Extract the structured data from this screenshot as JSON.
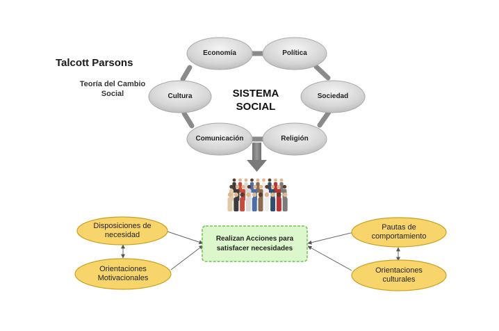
{
  "title": "Talcott Parsons",
  "subtitle": "Teoría del Cambio Social",
  "center": "SISTEMA SOCIAL",
  "system_nodes": {
    "economia": "Economía",
    "politica": "Política",
    "cultura": "Cultura",
    "sociedad": "Sociedad",
    "comunicacion": "Comunicación",
    "religion": "Religión"
  },
  "action_box": "Realizan Acciones para satisfacer necesidades",
  "left_nodes": {
    "disposiciones": "Disposiciones de necesidad",
    "orientaciones_motivacionales": "Orientaciones Motivacionales"
  },
  "right_nodes": {
    "pautas": "Pautas de comportamiento",
    "orientaciones_culturales": "Orientaciones culturales"
  },
  "colors": {
    "node_gray": "#d7d7d7",
    "connector_gray": "#8a8a8a",
    "yellow": "#f7d56a",
    "yellow_border": "#c9a020",
    "green": "#dcf7cc",
    "green_border": "#6cc44a"
  }
}
